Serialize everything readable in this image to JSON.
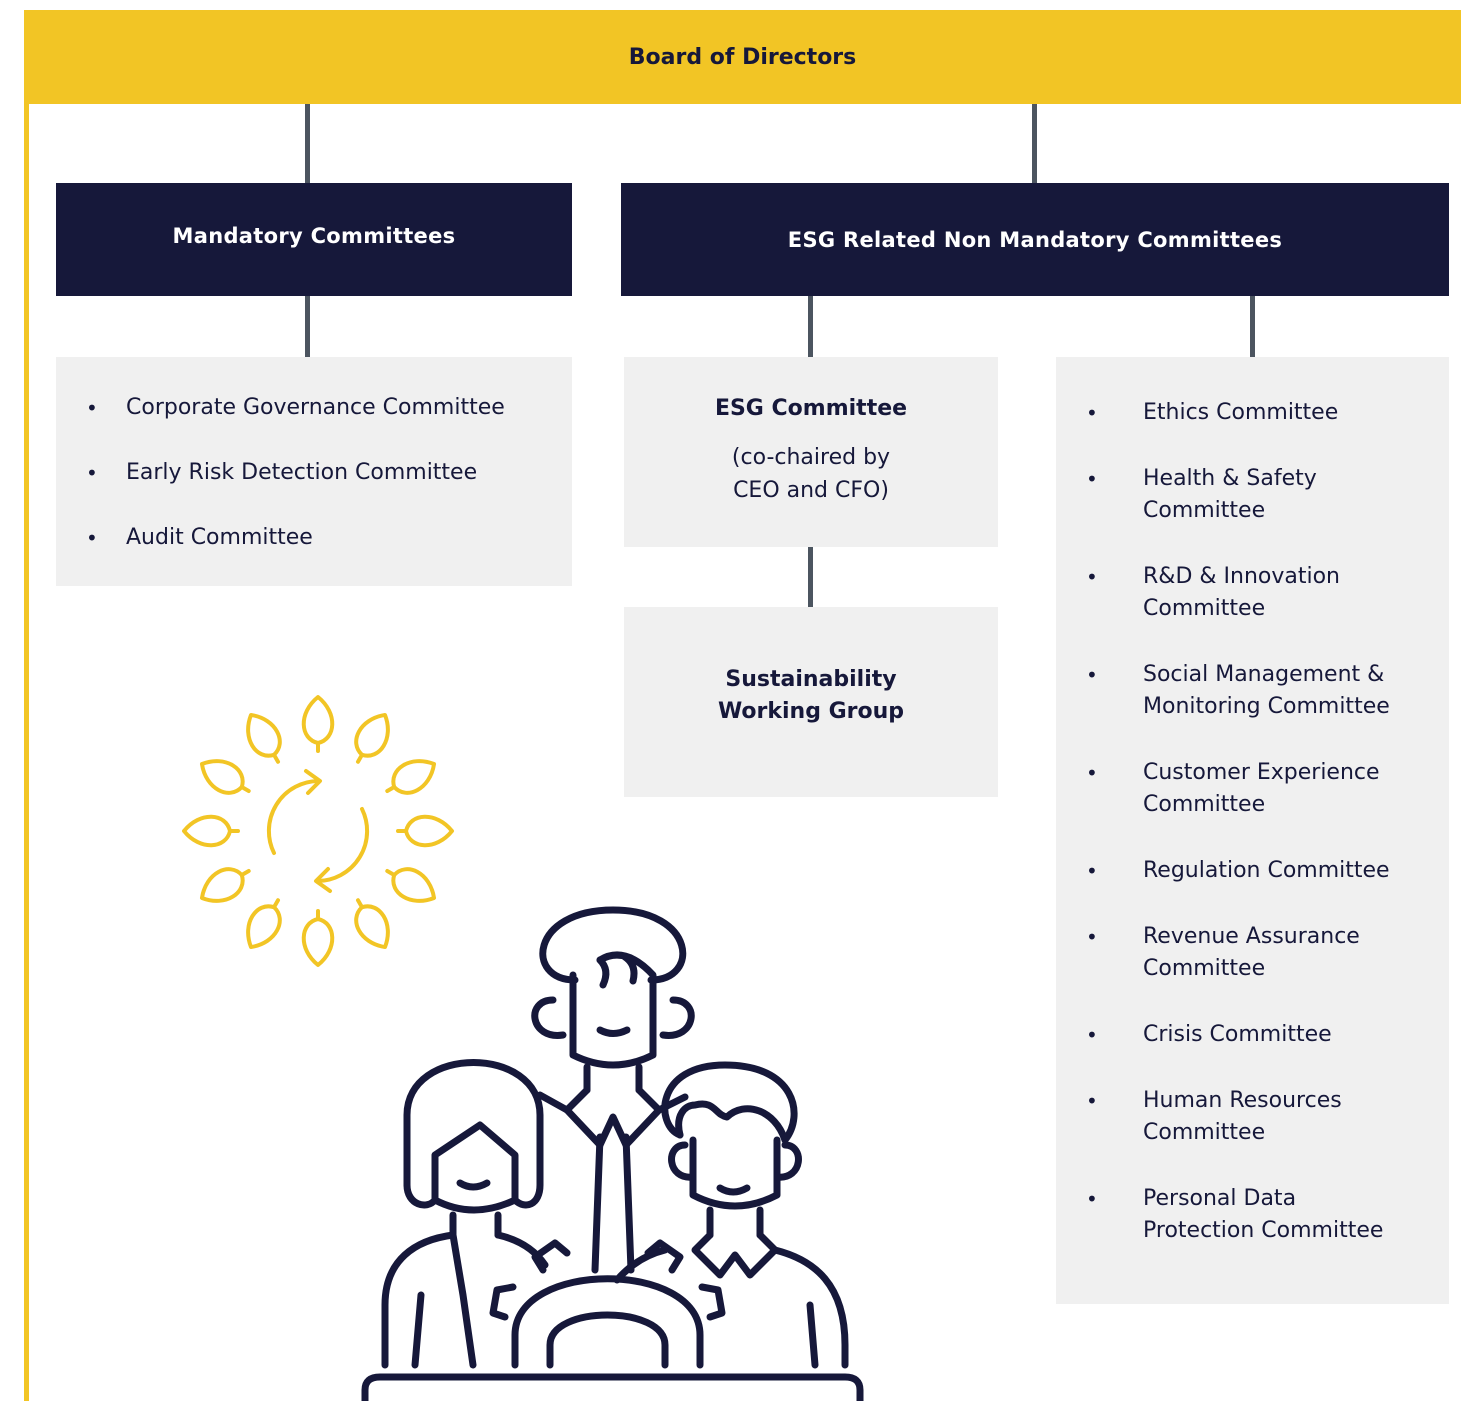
{
  "board": {
    "title": "Board of Directors"
  },
  "mandatory": {
    "title": "Mandatory Committees",
    "items": [
      "Corporate Governance Committee",
      "Early Risk Detection Committee",
      "Audit Committee"
    ]
  },
  "esg_related": {
    "title": "ESG Related Non Mandatory Committees",
    "esg_committee": {
      "title": "ESG Committee",
      "note_line1": "(co-chaired by",
      "note_line2": "CEO and CFO)"
    },
    "working_group": {
      "line1": "Sustainability",
      "line2": "Working Group"
    },
    "committees": [
      {
        "line1": "Ethics Committee",
        "line2": ""
      },
      {
        "line1": "Health & Safety",
        "line2": "Committee"
      },
      {
        "line1": "R&D & Innovation",
        "line2": "Committee"
      },
      {
        "line1": "Social Management &",
        "line2": "Monitoring Committee"
      },
      {
        "line1": "Customer Experience",
        "line2": "Committee"
      },
      {
        "line1": "Regulation Committee",
        "line2": ""
      },
      {
        "line1": "Revenue Assurance",
        "line2": "Committee"
      },
      {
        "line1": "Crisis Committee",
        "line2": ""
      },
      {
        "line1": "Human Resources",
        "line2": "Committee"
      },
      {
        "line1": "Personal Data",
        "line2": "Protection Committee"
      }
    ]
  },
  "colors": {
    "accent_yellow": "#f2c525",
    "navy": "#16183a",
    "connector_grey": "#4c5560",
    "panel_grey": "#f0f0f0"
  },
  "icons": [
    "sustainability-cycle-icon",
    "team-people-icon"
  ]
}
